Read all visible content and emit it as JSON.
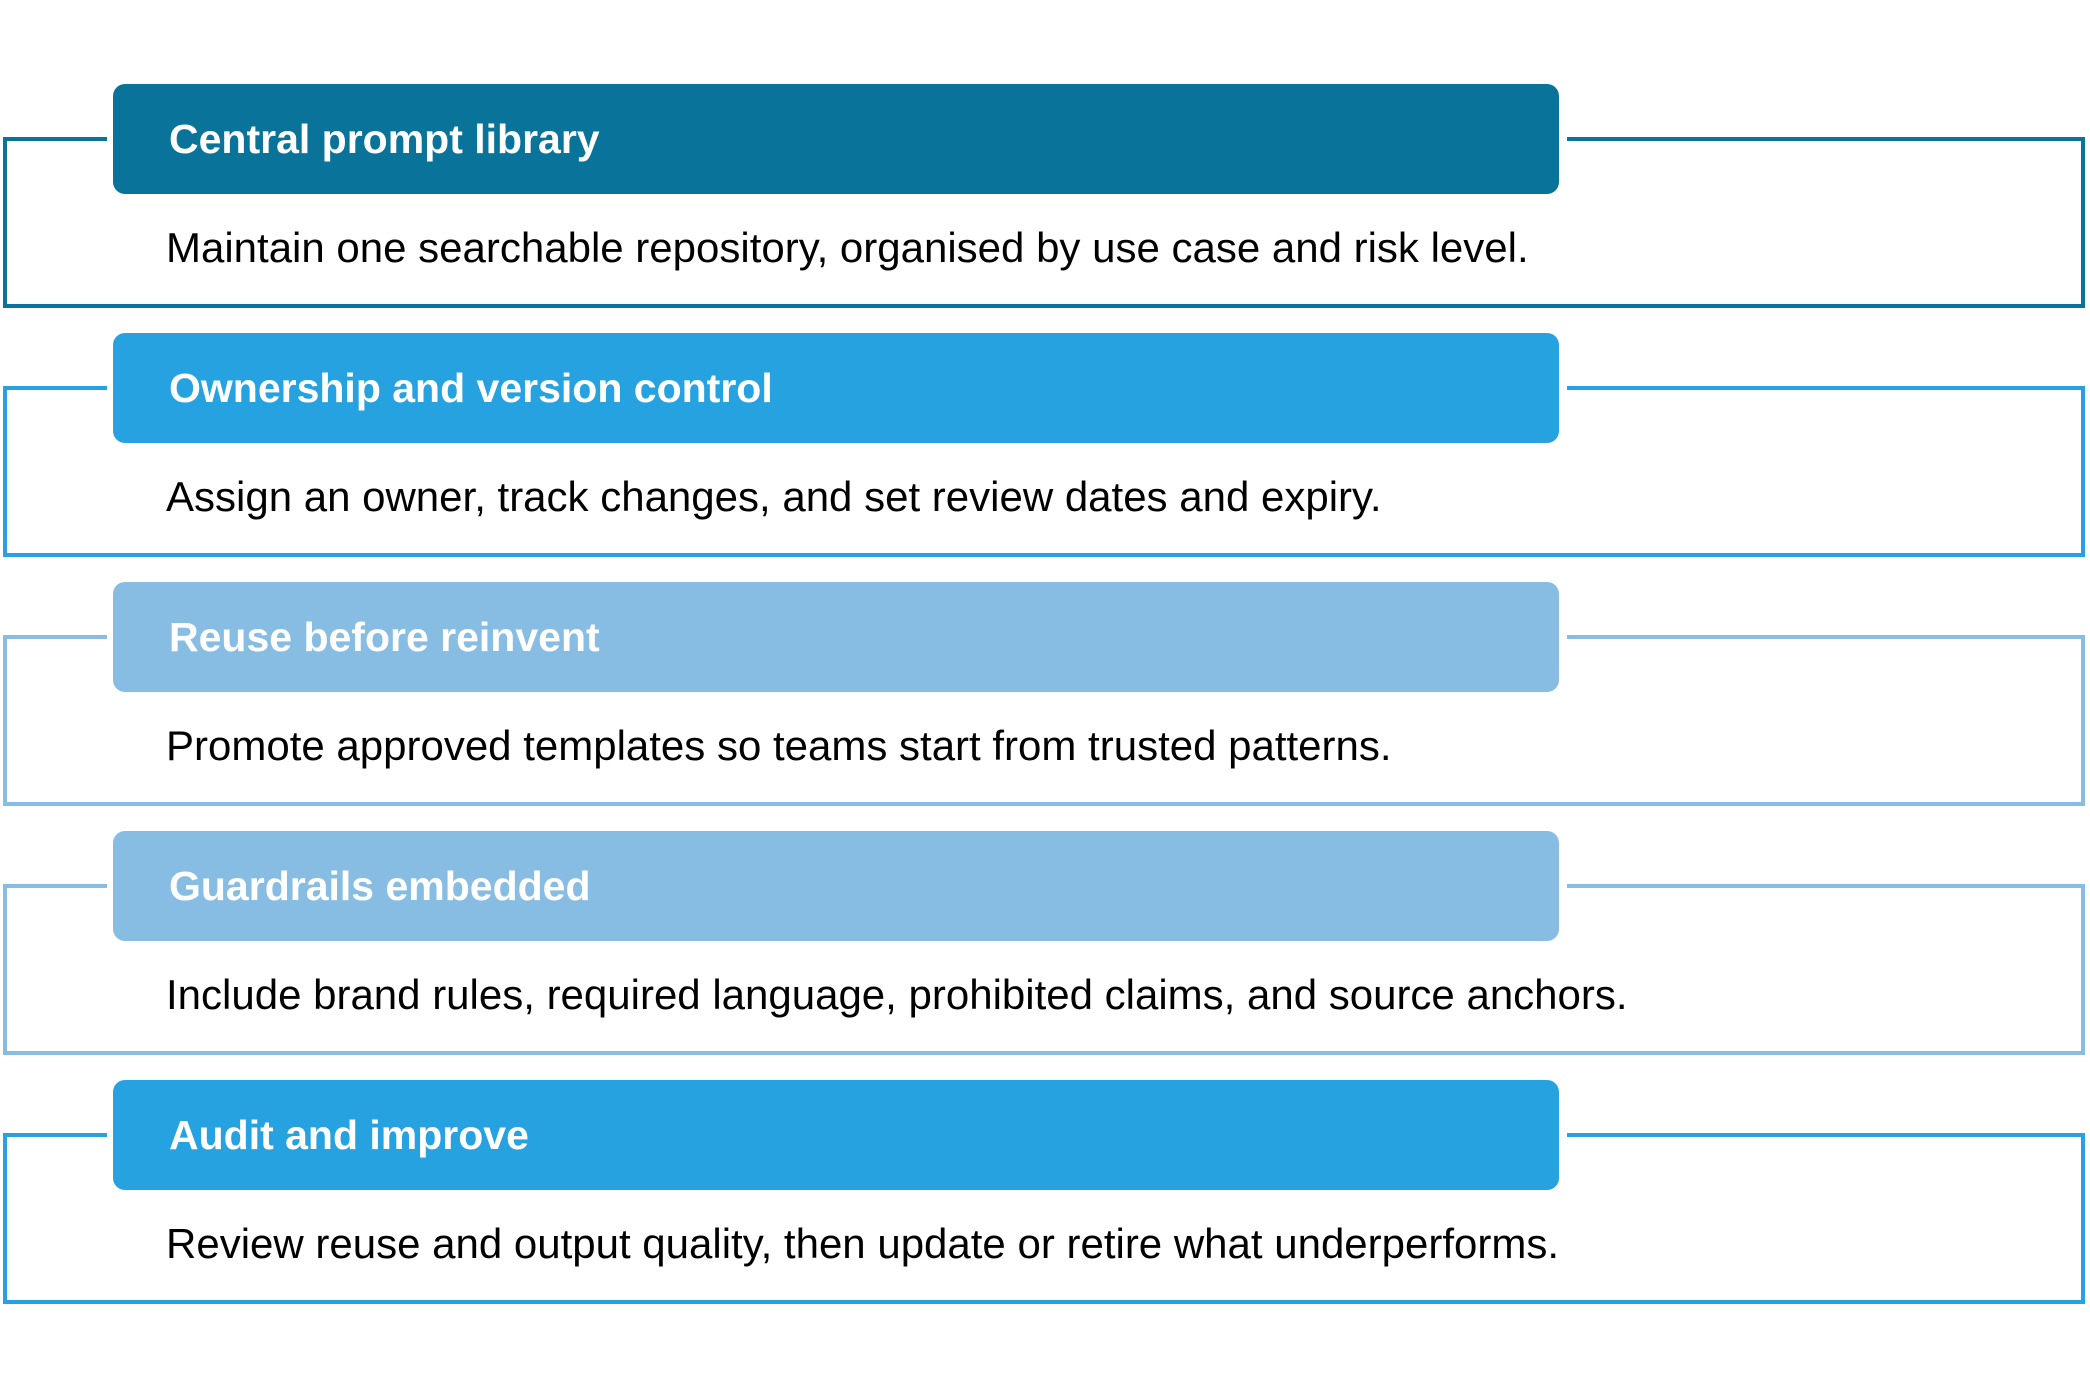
{
  "colors": {
    "dark": "#0a7399",
    "bright": "#26a2e0",
    "light": "#88bde3"
  },
  "items": [
    {
      "title": "Central prompt library",
      "description": "Maintain one searchable repository, organised by use case and risk level.",
      "color": "#0a7399"
    },
    {
      "title": "Ownership and version control",
      "description": "Assign an owner, track changes, and set review dates and expiry.",
      "color": "#26a2e0"
    },
    {
      "title": "Reuse before reinvent",
      "description": "Promote approved templates so teams start from trusted patterns.",
      "color": "#88bde3"
    },
    {
      "title": "Guardrails embedded",
      "description": "Include brand rules, required language, prohibited claims, and source anchors.",
      "color": "#88bde3"
    },
    {
      "title": "Audit and improve",
      "description": "Review reuse and output quality, then update or retire what underperforms.",
      "color": "#26a2e0"
    }
  ]
}
